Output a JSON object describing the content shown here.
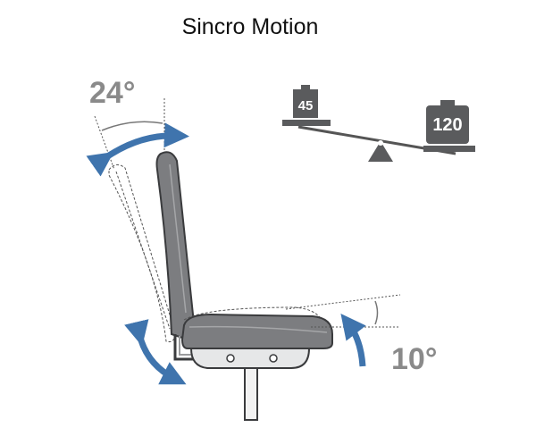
{
  "title": "Sincro Motion",
  "backrest_recline": {
    "label": "24°",
    "degrees": 24
  },
  "seat_tilt": {
    "label": "10°",
    "degrees": 10
  },
  "seesaw": {
    "light_weight_label": "45",
    "heavy_weight_label": "120"
  },
  "colors": {
    "arrow": "#3f74ad",
    "chair_fill": "#7c7d80",
    "chair_outline": "#3a3b3d",
    "angle_text": "#8a8a8a",
    "weight_box": "#5a5b5d"
  }
}
